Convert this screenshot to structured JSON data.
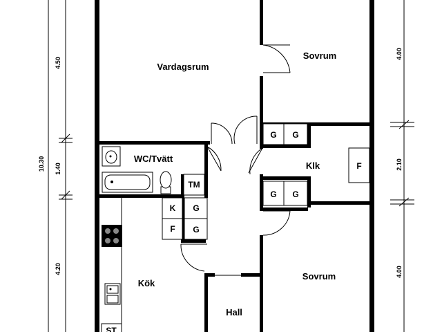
{
  "rooms": {
    "vardagsrum": "Vardagsrum",
    "sovrum_top": "Sovrum",
    "wc": "WC/Tvätt",
    "klk": "Klk",
    "kok": "Kök",
    "sovrum_bottom": "Sovrum",
    "hall": "Hall"
  },
  "fixtures": {
    "g": "G",
    "k": "K",
    "f": "F",
    "tm": "TM",
    "st": "ST"
  },
  "dimensions": {
    "total": "10.30",
    "left_top": "4.50",
    "left_mid": "1.40",
    "left_bottom": "4.20",
    "right_top": "4.00",
    "right_mid": "2.10",
    "right_bottom": "4.00"
  }
}
